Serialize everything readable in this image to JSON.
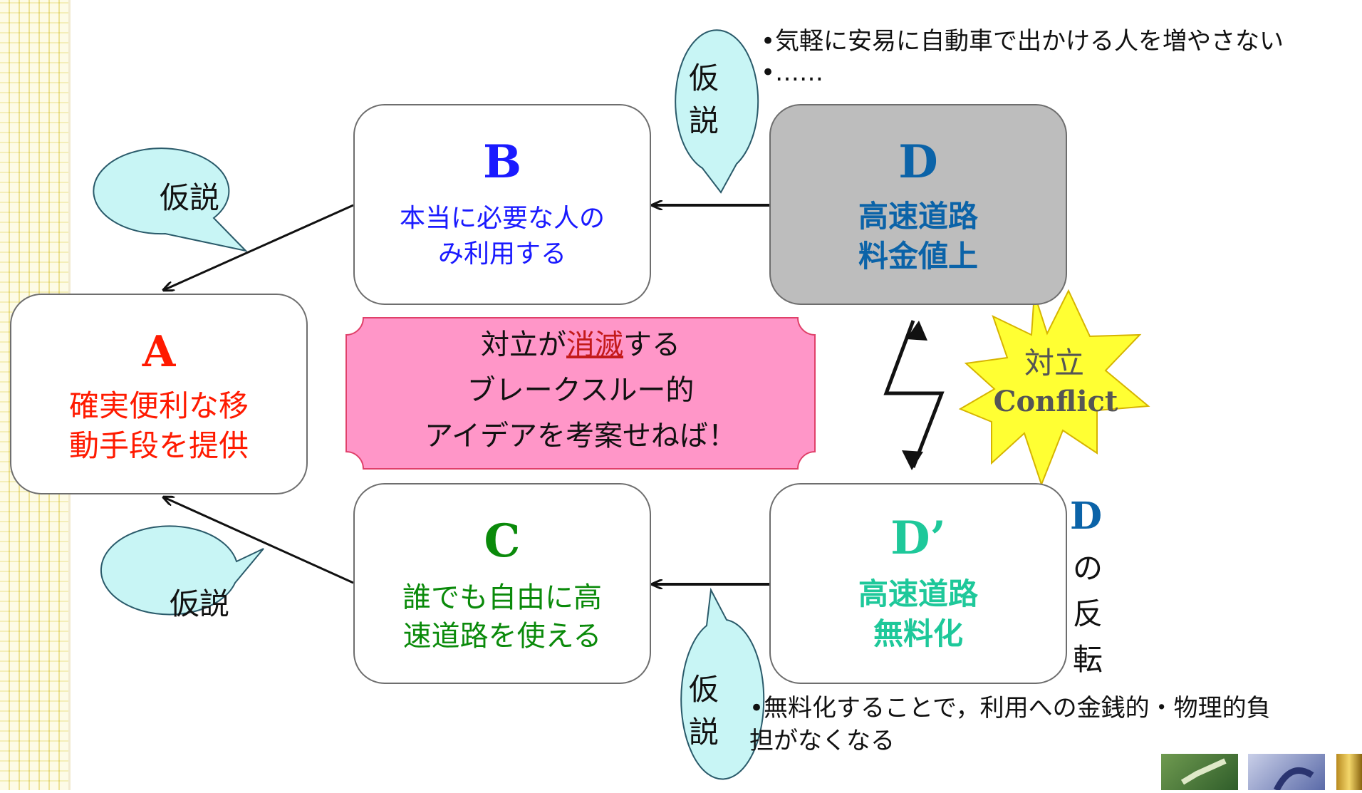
{
  "nodes": {
    "a": {
      "letter": "A",
      "line1": "確実便利な移",
      "line2": "動手段を提供",
      "color": "#ff1a00"
    },
    "b": {
      "letter": "B",
      "line1": "本当に必要な人の",
      "line2": "み利用する",
      "color": "#1a1aff"
    },
    "c": {
      "letter": "C",
      "line1": "誰でも自由に高",
      "line2": "速道路を使える",
      "color": "#0a8a0a"
    },
    "d": {
      "letter": "D",
      "line1": "高速道路",
      "line2": "料金値上",
      "color": "#0b63a8"
    },
    "dprime": {
      "letter": "D’",
      "line1": "高速道路",
      "line2": "無料化",
      "color": "#1ec89a"
    }
  },
  "center": {
    "line1_pre": "対立が",
    "line1_em": "消滅",
    "line1_post": "する",
    "line2": "ブレークスルー的",
    "line3": "アイデアを考案せねば！"
  },
  "hypothesis": {
    "ab": "仮説",
    "ac": "仮説",
    "top_1": "仮",
    "top_2": "説",
    "bottom_1": "仮",
    "bottom_2": "説"
  },
  "conflict": {
    "line1": "対立",
    "line2": "Conflict"
  },
  "inversion": {
    "letter": "D",
    "c1": "の",
    "c2": "反",
    "c3": "転"
  },
  "notes": {
    "top_1": "•気軽に安易に自動車で出かける人を増やさない",
    "top_2": "•……",
    "bottom_1": "•無料化することで，利用への金銭的・物理的負",
    "bottom_2": "担がなくなる"
  },
  "colors": {
    "bubble": "#c8f5f5",
    "center_fill": "#ff96c8",
    "center_border": "#e0406a",
    "burst": "#ffff33",
    "d_fill": "#bdbdbd"
  }
}
